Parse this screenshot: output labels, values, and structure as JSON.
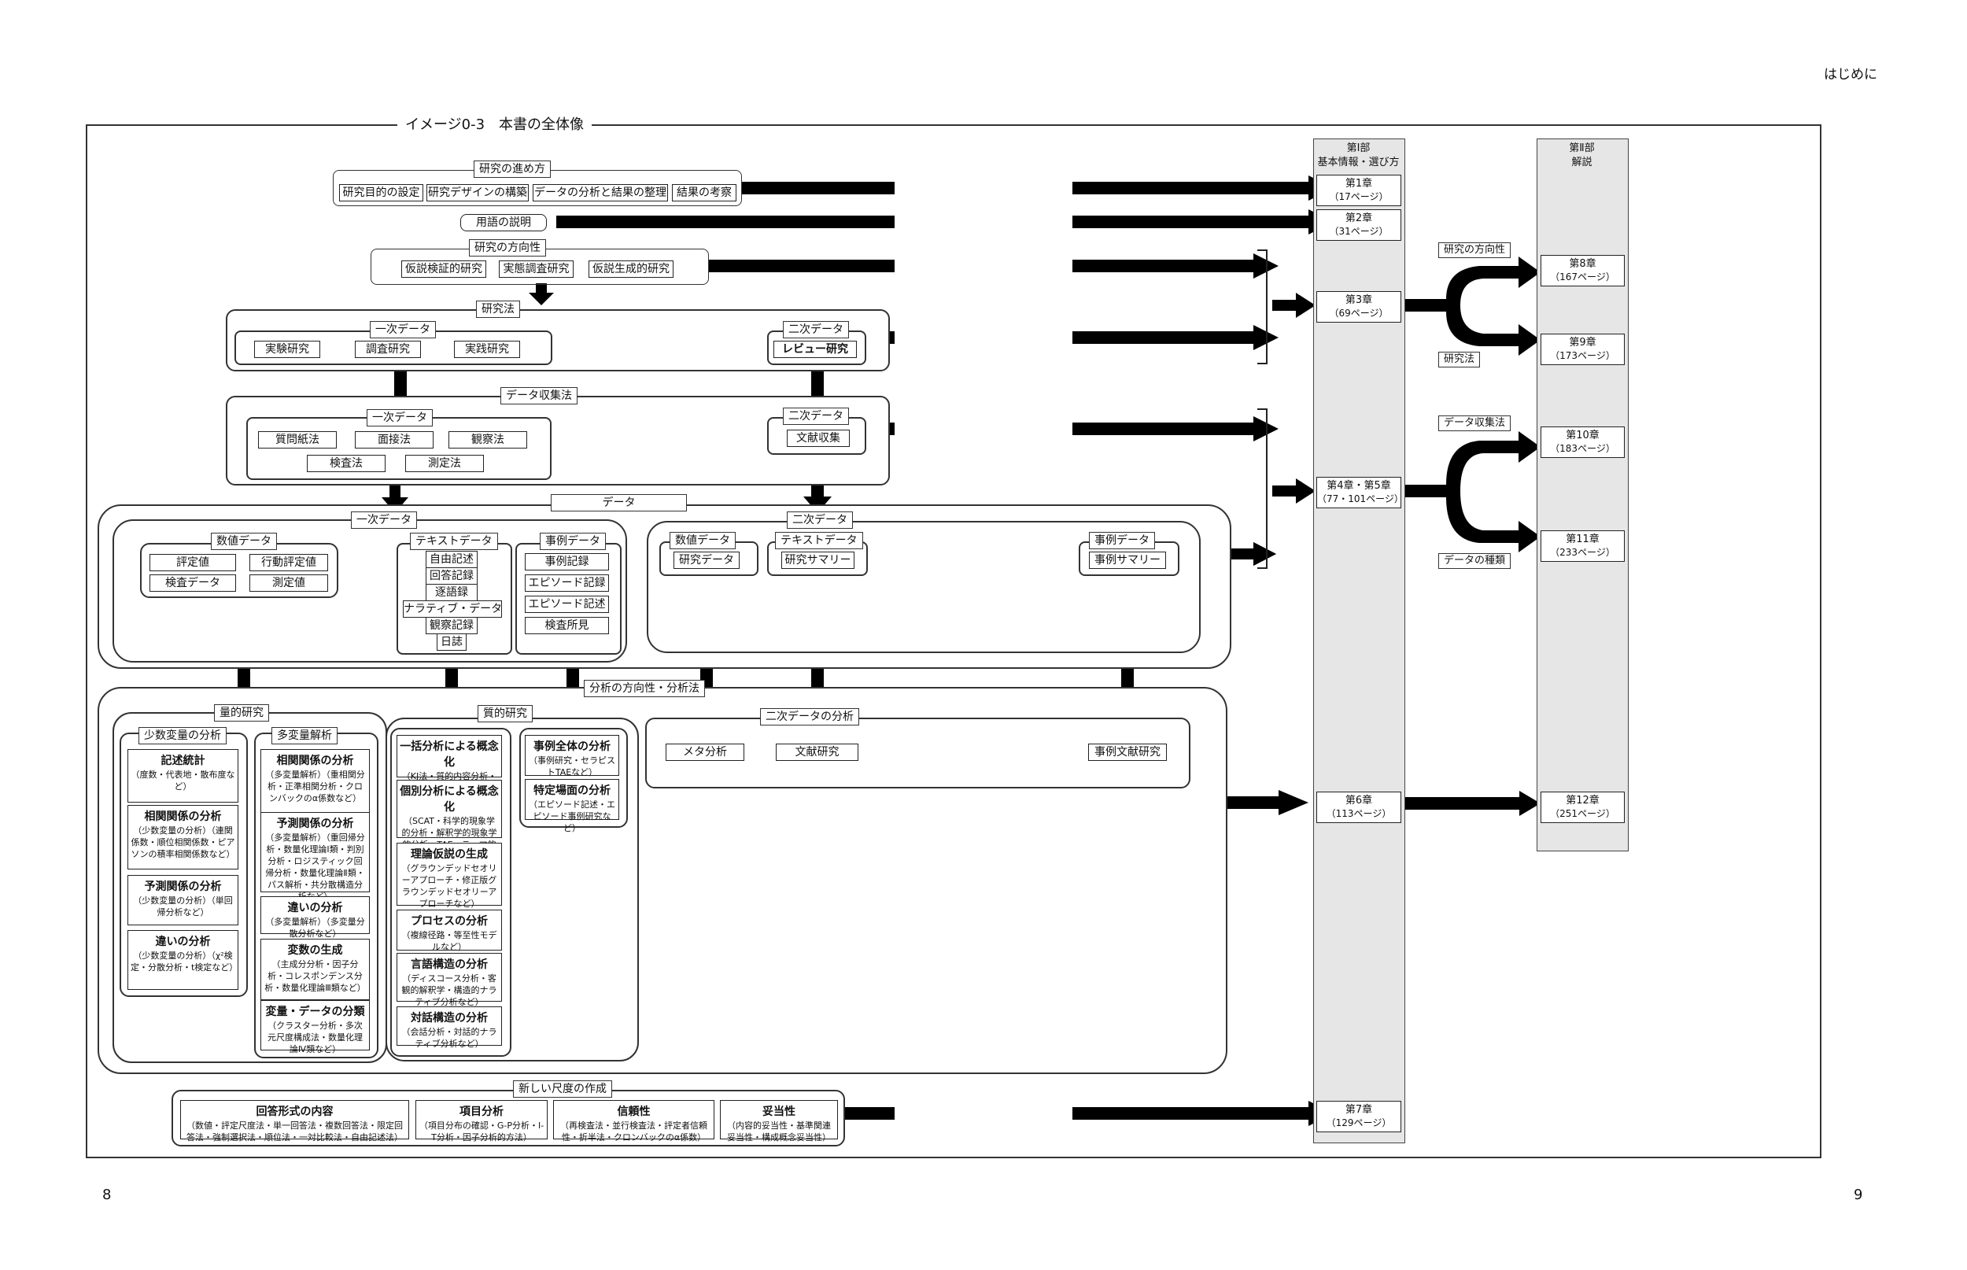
{
  "page": {
    "header_right": "はじめに",
    "page_left": "8",
    "page_right": "9"
  },
  "figure_title": "イメージ0-3　本書の全体像",
  "flow": {
    "research_process": {
      "header": "研究の進め方",
      "items": [
        "研究目的の設定",
        "研究デザインの構築",
        "データの分析と結果の整理",
        "結果の考察"
      ]
    },
    "terms": {
      "label": "用語の説明"
    },
    "research_direction": {
      "header": "研究の方向性",
      "items": [
        "仮説検証的研究",
        "実態調査研究",
        "仮説生成的研究"
      ]
    },
    "research_method": {
      "header": "研究法",
      "primary": {
        "header": "一次データ",
        "items": [
          "実験研究",
          "調査研究",
          "実践研究"
        ]
      },
      "secondary": {
        "header": "二次データ",
        "items": [
          "レビュー研究"
        ]
      }
    },
    "collection": {
      "header": "データ収集法",
      "primary": {
        "header": "一次データ",
        "row1": [
          "質問紙法",
          "面接法",
          "観察法"
        ],
        "row2": [
          "検査法",
          "測定法"
        ]
      },
      "secondary": {
        "header": "二次データ",
        "items": [
          "文献収集"
        ]
      }
    },
    "data": {
      "header": "データ",
      "primary": {
        "header": "一次データ",
        "numeric": {
          "header": "数値データ",
          "items": [
            "評定値",
            "行動評定値",
            "検査データ",
            "測定値"
          ]
        },
        "text": {
          "header": "テキストデータ",
          "items": [
            "自由記述",
            "回答記録",
            "逐語録",
            "ナラティブ・データ",
            "観察記録",
            "日誌"
          ]
        },
        "case": {
          "header": "事例データ",
          "items": [
            "事例記録",
            "エピソード記録",
            "エピソード記述",
            "検査所見"
          ]
        }
      },
      "secondary": {
        "header": "二次データ",
        "numeric": {
          "header": "数値データ",
          "item": "研究データ"
        },
        "text": {
          "header": "テキストデータ",
          "item": "研究サマリー"
        },
        "case": {
          "header": "事例データ",
          "item": "事例サマリー"
        }
      }
    },
    "analysis": {
      "header": "分析の方向性・分析法",
      "quant": {
        "header": "量的研究",
        "few": {
          "header": "少数変量の分析",
          "items": [
            {
              "title": "記述統計",
              "sub": "（度数・代表地・散布度など）"
            },
            {
              "title": "相関関係の分析",
              "sub": "（少数変量の分析）（連関係数・順位相関係数・ピアソンの積率相関係数など）"
            },
            {
              "title": "予測関係の分析",
              "sub": "（少数変量の分析）（単回帰分析など）"
            },
            {
              "title": "違いの分析",
              "sub": "（少数変量の分析）（χ²検定・分散分析・t検定など）"
            }
          ]
        },
        "multi": {
          "header": "多変量解析",
          "items": [
            {
              "title": "相関関係の分析",
              "sub": "（多変量解析）（重相関分析・正準相関分析・クロンバックのα係数など）"
            },
            {
              "title": "予測関係の分析",
              "sub": "（多変量解析）（重回帰分析・数量化理論Ⅰ類・判別分析・ロジスティック回帰分析・数量化理論Ⅱ類・パス解析・共分散構造分析など）"
            },
            {
              "title": "違いの分析",
              "sub": "（多変量解析）（多変量分散分析など）"
            },
            {
              "title": "変数の生成",
              "sub": "（主成分分析・因子分析・コレスポンデンス分析・数量化理論Ⅲ類など）"
            },
            {
              "title": "変量・データの分類",
              "sub": "（クラスター分析・多次元尺度構成法・数量化理論Ⅳ類など）"
            }
          ]
        }
      },
      "qual": {
        "header": "質的研究",
        "items": [
          {
            "title": "一括分析による概念化",
            "sub": "（KJ法・質的内容分析・テキストマイニングなど）"
          },
          {
            "title": "個別分析による概念化",
            "sub": "（SCAT・科学的現象学的分析・解釈学的現象学的分析・TAE・テーマ的ナラティブ分析など）"
          },
          {
            "title": "理論仮説の生成",
            "sub": "（グラウンデッドセオリーアプローチ・修正版グラウンデッドセオリーアプローチなど）"
          },
          {
            "title": "プロセスの分析",
            "sub": "（複線径路・等至性モデルなど）"
          },
          {
            "title": "言語構造の分析",
            "sub": "（ディスコース分析・客観的解釈学・構造的ナラティブ分析など）"
          },
          {
            "title": "対話構造の分析",
            "sub": "（会話分析・対話的ナラティブ分析など）"
          }
        ],
        "case_items": [
          {
            "title": "事例全体の分析",
            "sub": "（事例研究・セラピストTAEなど）"
          },
          {
            "title": "特定場面の分析",
            "sub": "（エピソード記述・エピソード事例研究など）"
          }
        ]
      },
      "secondary": {
        "header": "二次データの分析",
        "items": [
          "メタ分析",
          "文献研究"
        ],
        "case": "事例文献研究"
      }
    },
    "scale": {
      "header": "新しい尺度の作成",
      "items": [
        {
          "title": "回答形式の内容",
          "sub": "（数値・評定尺度法・単一回答法・複数回答法・限定回答法・強制選択法・順位法・一対比較法・自由記述法）"
        },
        {
          "title": "項目分析",
          "sub": "（項目分布の確認・G-P分析・I-T分析・因子分析的方法）"
        },
        {
          "title": "信頼性",
          "sub": "（再検査法・並行検査法・評定者信頼性・折半法・クロンバックのα係数）"
        },
        {
          "title": "妥当性",
          "sub": "（内容的妥当性・基準関連妥当性・構成概念妥当性）"
        }
      ]
    }
  },
  "part1": {
    "label": "第Ⅰ部",
    "sub": "基本情報・選び方",
    "chapters": [
      {
        "title": "第1章",
        "page": "（17ページ）"
      },
      {
        "title": "第2章",
        "page": "（31ページ）"
      },
      {
        "title": "第3章",
        "page": "（69ページ）"
      },
      {
        "title": "第4章・第5章",
        "page": "（77・101ページ）"
      },
      {
        "title": "第6章",
        "page": "（113ページ）"
      },
      {
        "title": "第7章",
        "page": "（129ページ）"
      }
    ]
  },
  "part2": {
    "label": "第Ⅱ部",
    "sub": "解説",
    "chapters": [
      {
        "title": "第8章",
        "page": "（167ページ）"
      },
      {
        "title": "第9章",
        "page": "（173ページ）"
      },
      {
        "title": "第10章",
        "page": "（183ページ）"
      },
      {
        "title": "第11章",
        "page": "（233ページ）"
      },
      {
        "title": "第12章",
        "page": "（251ページ）"
      }
    ]
  },
  "branch_labels": {
    "direction": "研究の方向性",
    "method": "研究法",
    "collection": "データ収集法",
    "dtype": "データの種類"
  }
}
